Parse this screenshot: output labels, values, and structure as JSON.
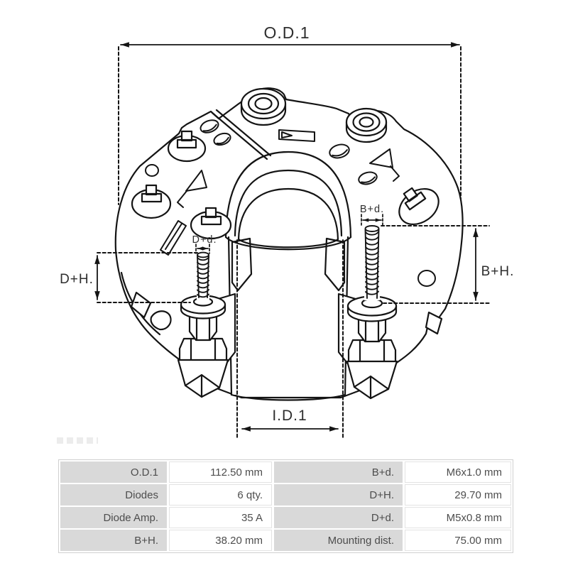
{
  "diagram": {
    "dim_outer_diameter": "O.D.1",
    "dim_inner_diameter": "I.D.1",
    "dim_dplus_height": "D+H.",
    "dim_bplus_height": "B+H.",
    "dim_dplus_thread": "D+d.",
    "dim_bplus_thread": "B+d."
  },
  "colors": {
    "line": "#141414",
    "table_label_bg": "#d9d9d9",
    "table_text": "#4d4d4d",
    "table_border": "#d0d0d0"
  },
  "table": {
    "rows": [
      {
        "l1": "O.D.1",
        "v1": "112.50 mm",
        "l2": "B+d.",
        "v2": "M6x1.0 mm"
      },
      {
        "l1": "Diodes",
        "v1": "6 qty.",
        "l2": "D+H.",
        "v2": "29.70 mm"
      },
      {
        "l1": "Diode Amp.",
        "v1": "35 A",
        "l2": "D+d.",
        "v2": "M5x0.8 mm"
      },
      {
        "l1": "B+H.",
        "v1": "38.20 mm",
        "l2": "Mounting dist.",
        "v2": "75.00 mm"
      }
    ]
  }
}
